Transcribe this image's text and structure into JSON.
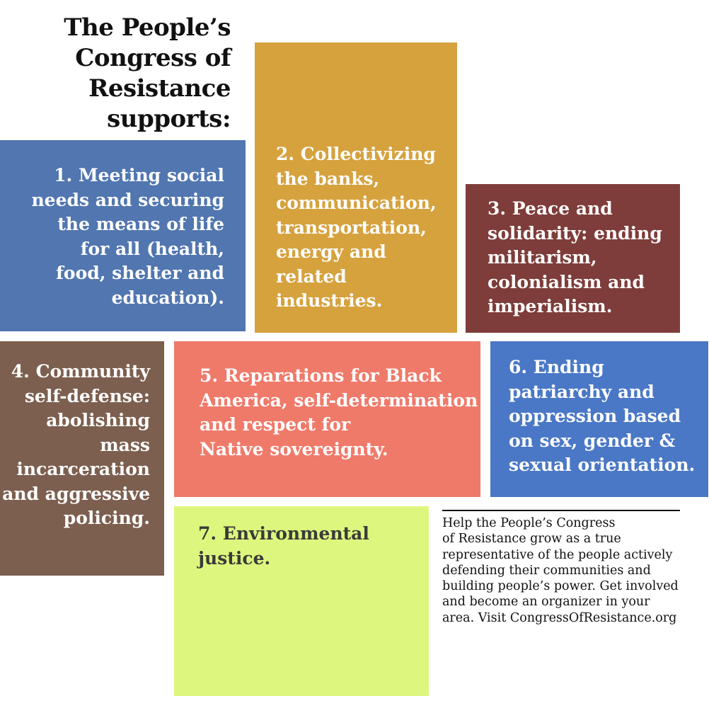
{
  "title": {
    "lines": [
      "The People’s",
      "Congress of",
      "Resistance",
      "supports:"
    ]
  },
  "colors": {
    "box1": "#5176b0",
    "box2": "#d6a23e",
    "box3": "#7e3d3a",
    "box4": "#7c5f4f",
    "box5": "#f07a6a",
    "box6": "#4a78c6",
    "box7": "#ddf77e",
    "text_light": "#ffffff",
    "text_dark": "#111111"
  },
  "points": [
    {
      "lines": [
        "1. Meeting social",
        "needs and securing",
        "the means of life",
        "for all (health,",
        "food, shelter and",
        "education)."
      ]
    },
    {
      "lines": [
        "2. Collectivizing",
        "the banks,",
        "communication,",
        "transportation,",
        "energy and",
        "related",
        "industries."
      ]
    },
    {
      "lines": [
        "3. Peace and",
        "solidarity: ending",
        "militarism,",
        "colonialism and",
        "imperialism."
      ]
    },
    {
      "lines": [
        "4. Community",
        "self-defense:",
        "abolishing",
        "mass",
        "incarceration",
        "and aggressive",
        "policing."
      ]
    },
    {
      "lines": [
        "5. Reparations for Black",
        "America, self-determination",
        "and respect for",
        "Native sovereignty."
      ]
    },
    {
      "lines": [
        "6. Ending",
        "patriarchy and",
        "oppression based",
        "on sex, gender &",
        " sexual orientation."
      ]
    },
    {
      "lines": [
        "7. Environmental",
        "justice."
      ]
    }
  ],
  "info": {
    "lines": [
      "Help the People’s Congress",
      "of Resistance grow as a true",
      "representative of the people actively",
      "defending their communities and",
      "building people’s power. Get involved",
      "and become an organizer in your",
      "area. Visit CongressOfResistance.org"
    ]
  }
}
